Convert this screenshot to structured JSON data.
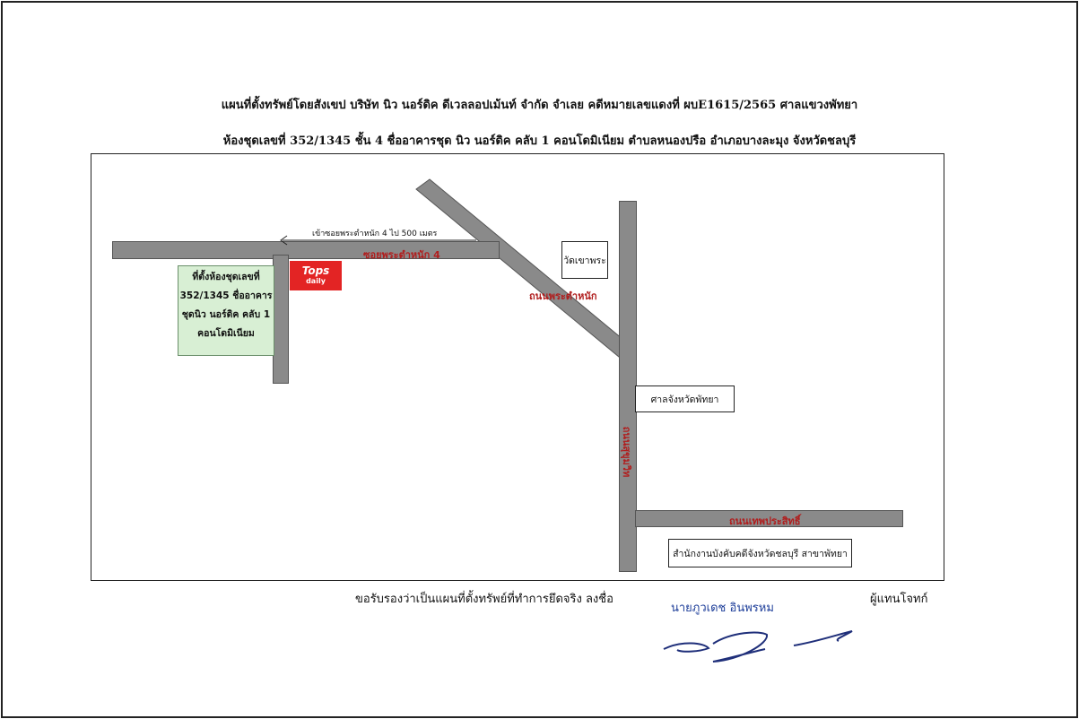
{
  "header": {
    "line1": "แผนที่ตั้งทรัพย์โดยสังเขป  บริษัท นิว นอร์ดิค ดีเวลลอปเม้นท์ จำกัด  จำเลย     คดีหมายเลขแดงที่  ผบE1615/2565  ศาลแขวงพัทยา",
    "line2": "ห้องชุดเลขที่  352/1345  ชั้น 4   ชื่ออาคารชุด นิว  นอร์ดิค คลับ 1 คอนโดมิเนียม  ตำบลหนองปรือ   อำเภอบางละมุง  จังหวัดชลบุรี"
  },
  "map": {
    "direction_note": "เข้าซอยพระตำหนัก 4  ไป 500 เมตร",
    "road_soi4": "ซอยพระตำหนัก 4",
    "road_phra_tamnak": "ถนนพระตำหนัก",
    "road_sukhumvit": "ถนนสุขุมวิท",
    "road_thep_prasit": "ถนนเทพประสิทธิ์",
    "tops_line1": "Tops",
    "tops_line2": "daily",
    "landmark_wat": "วัดเขาพระ",
    "landmark_court": "ศาลจังหวัดพัทยา",
    "landmark_office": "สำนักงานบังคับคดีจังหวัดชลบุรี สาขาพัทยา",
    "property_lines": [
      "ที่ตั้งห้องชุดเลขที่",
      "352/1345 ชื่ออาคาร",
      "ชุดนิว นอร์ดิค คลับ 1",
      "คอนโดมิเนียม"
    ]
  },
  "footer": {
    "certify": "ขอรับรองว่าเป็นแผนที่ตั้งทรัพย์ที่ทำการยึดจริง  ลงชื่อ",
    "signer_name": "นายภูวเดช  อินพรหม",
    "role": "ผู้แทนโจทก์"
  },
  "colors": {
    "road": "#8a8a8a",
    "road_label": "#b01e1e",
    "property_box": "#d8efd4",
    "tops_red": "#e32424",
    "signature_ink": "#1f3f9a"
  }
}
